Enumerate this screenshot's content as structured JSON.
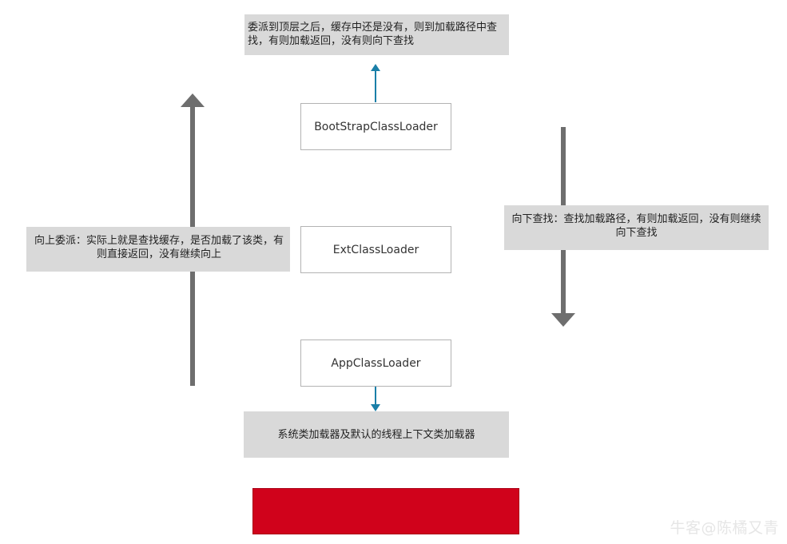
{
  "boxes": {
    "bootstrap": "BootStrapClassLoader",
    "ext": "ExtClassLoader",
    "app": "AppClassLoader"
  },
  "notes": {
    "top": "委派到顶层之后，缓存中还是没有，则到加载路径中查找，有则加载返回，没有则向下查找",
    "left": "向上委派：实际上就是查找缓存，是否加载了该类，有则直接返回，没有继续向上",
    "right": "向下查找：查找加载路径，有则加载返回，没有则继续向下查找",
    "bottom": "系统类加载器及默认的线程上下文类加载器"
  },
  "red_box_text": "",
  "watermark": "牛客@陈橘又青",
  "colors": {
    "note_bg": "#d9d9d9",
    "arrow_gray": "#6e6e6e",
    "arrow_blue": "#1a7fa8",
    "red_box": "#d0021b"
  }
}
